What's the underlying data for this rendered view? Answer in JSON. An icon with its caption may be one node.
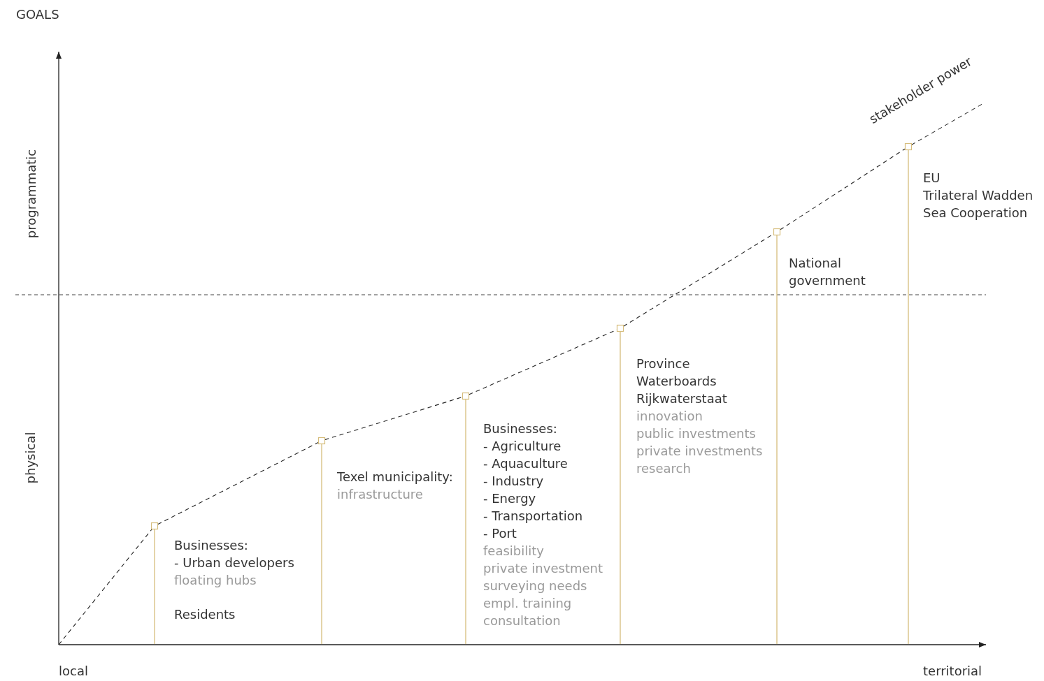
{
  "diagram": {
    "title": "GOALS",
    "nodes": [
      {
        "text": [],
        "shape": "box"
      },
      {
        "text": [],
        "shape": "box"
      },
      {
        "text": [],
        "shape": "box"
      },
      {
        "text": [],
        "shape": "box"
      },
      {
        "text": [],
        "shape": "box"
      },
      {
        "text": [],
        "shape": "box"
      },
      {
        "text": [
          "Businesses:",
          "- Urban developers",
          "floating hubs",
          "Residents"
        ]
      },
      {
        "text": [
          "Texel municipality:",
          "infrastructure"
        ]
      },
      {
        "text": [
          "Businesses:",
          "- Agriculture",
          "- Aquaculture",
          "- Industry",
          "- Energy",
          "- Transportation",
          "- Port",
          "feasibility",
          "private investment",
          "surveying needs",
          "empl. training",
          "consultation"
        ]
      },
      {
        "text": [
          "Province",
          "Waterboards",
          "Rijkwaterstaat",
          "innovation",
          "public investments",
          "private investments",
          "research"
        ]
      },
      {
        "text": [
          "National government"
        ]
      },
      {
        "text": [
          "EU",
          "Trilateral Wadden Sea Cooperation"
        ]
      }
    ],
    "edges": [
      {
        "from": null,
        "to": 0,
        "arrow": "none",
        "style": "dashed"
      },
      {
        "from": 0,
        "to": 1,
        "arrow": "none",
        "style": "dashed"
      },
      {
        "from": 1,
        "to": 2,
        "arrow": "none",
        "style": "dashed"
      },
      {
        "from": 2,
        "to": 3,
        "arrow": "none",
        "style": "dashed"
      },
      {
        "from": 3,
        "to": 4,
        "arrow": "none",
        "style": "dashed"
      },
      {
        "from": 4,
        "to": 5,
        "arrow": "none",
        "style": "dashed"
      },
      {
        "from": 5,
        "to": null,
        "arrow": "none",
        "style": "dashed"
      }
    ],
    "labels": [
      "stakeholder power",
      "programmatic",
      "physical",
      "local",
      "territorial"
    ]
  }
}
